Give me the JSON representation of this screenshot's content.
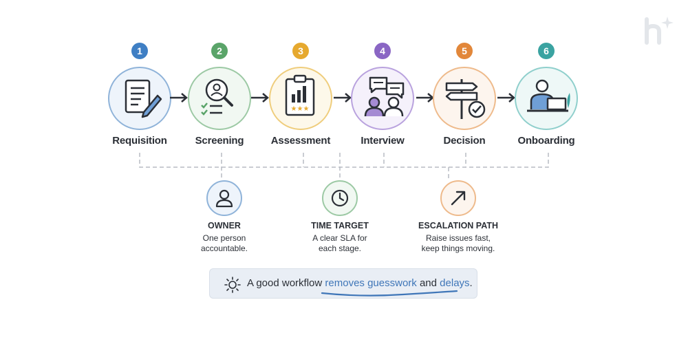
{
  "stages": [
    {
      "number": "1",
      "label": "Requisition",
      "icon": "document-pen-icon",
      "color": "#3f7fc4",
      "ring": "#8fb3d9",
      "fill": "#eef4fb"
    },
    {
      "number": "2",
      "label": "Screening",
      "icon": "magnifier-checklist-icon",
      "color": "#5aa469",
      "ring": "#9cc9a4",
      "fill": "#f1f8f2"
    },
    {
      "number": "3",
      "label": "Assessment",
      "icon": "clipboard-chart-icon",
      "color": "#e6a92f",
      "ring": "#efcd7c",
      "fill": "#fdf8ea"
    },
    {
      "number": "4",
      "label": "Interview",
      "icon": "conversation-icon",
      "color": "#8a66c4",
      "ring": "#b9a2de",
      "fill": "#f5f1fb"
    },
    {
      "number": "5",
      "label": "Decision",
      "icon": "signpost-check-icon",
      "color": "#e2873a",
      "ring": "#eeba8b",
      "fill": "#fdf5ee"
    },
    {
      "number": "6",
      "label": "Onboarding",
      "icon": "person-laptop-icon",
      "color": "#3aa3a1",
      "ring": "#8fcfcc",
      "fill": "#eef8f7"
    }
  ],
  "principles": [
    {
      "title": "OWNER",
      "desc_line1": "One person",
      "desc_line2": "accountable.",
      "icon": "person-icon",
      "ring": "#8fb3d9",
      "fill": "#eef4fb"
    },
    {
      "title": "TIME TARGET",
      "desc_line1": "A clear SLA for",
      "desc_line2": "each stage.",
      "icon": "clock-icon",
      "ring": "#9cc9a4",
      "fill": "#f1f8f2"
    },
    {
      "title": "ESCALATION PATH",
      "desc_line1": "Raise issues fast,",
      "desc_line2": "keep things moving.",
      "icon": "arrow-up-right-icon",
      "ring": "#eeba8b",
      "fill": "#fdf5ee"
    }
  ],
  "banner": {
    "text_start": "A good workflow ",
    "text_highlight1": "removes guesswork",
    "text_mid": " and ",
    "text_highlight2": "delays",
    "text_end": "."
  }
}
